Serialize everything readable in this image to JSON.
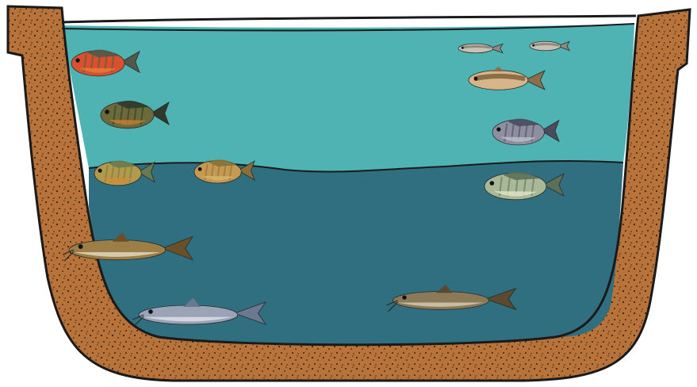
{
  "colors": {
    "background": "#ffffff",
    "soil": "#b8733b",
    "soil_dots": "#3a2414",
    "outline": "#1a1a1a",
    "upper_water": "#4fb3b3",
    "lower_water": "#2f6f80"
  },
  "zones": [
    {
      "id": "upper",
      "label": ""
    },
    {
      "id": "lower",
      "label": ""
    }
  ],
  "fish": [
    {
      "kind": "redear-sunfish",
      "zone": "upper",
      "colors": {
        "body": "#d8502c",
        "back": "#4f5a4a",
        "accent": "#e87a3a"
      }
    },
    {
      "kind": "bluegill",
      "zone": "upper",
      "colors": {
        "body": "#6c6a3a",
        "back": "#2f3a2c",
        "accent": "#c47a30"
      }
    },
    {
      "kind": "pumpkinseed",
      "zone": "upper",
      "colors": {
        "body": "#b39a4a",
        "back": "#6a7a50",
        "accent": "#d88a3a"
      }
    },
    {
      "kind": "green-sunfish",
      "zone": "upper",
      "colors": {
        "body": "#c49a52",
        "back": "#8a7038",
        "accent": "#d6b46a"
      }
    },
    {
      "kind": "minnow-1",
      "zone": "upper",
      "colors": {
        "body": "#c7c2b4",
        "back": "#8f8a7e",
        "accent": "#e0ddd2"
      }
    },
    {
      "kind": "minnow-2",
      "zone": "upper",
      "colors": {
        "body": "#c7c2b4",
        "back": "#8f8a7e",
        "accent": "#e0ddd2"
      }
    },
    {
      "kind": "golden-shiner",
      "zone": "upper",
      "colors": {
        "body": "#d6b688",
        "back": "#8e6e46",
        "accent": "#e8d4b0"
      }
    },
    {
      "kind": "crappie",
      "zone": "upper",
      "colors": {
        "body": "#8d8ea0",
        "back": "#4a4c5e",
        "accent": "#bcbcc8"
      }
    },
    {
      "kind": "hybrid-sunfish",
      "zone": "lower",
      "colors": {
        "body": "#a9b998",
        "back": "#5a7058",
        "accent": "#dfe2c4"
      }
    },
    {
      "kind": "brown-bullhead",
      "zone": "lower",
      "colors": {
        "body": "#9c7e46",
        "back": "#6a5028",
        "accent": "#e4dcc8"
      }
    },
    {
      "kind": "channel-catfish",
      "zone": "lower",
      "colors": {
        "body": "#9aa4b6",
        "back": "#6c7890",
        "accent": "#dfe2ea"
      }
    },
    {
      "kind": "flathead-catfish",
      "zone": "lower",
      "colors": {
        "body": "#8a7a5a",
        "back": "#5a4a32",
        "accent": "#d8cdb4"
      }
    }
  ]
}
